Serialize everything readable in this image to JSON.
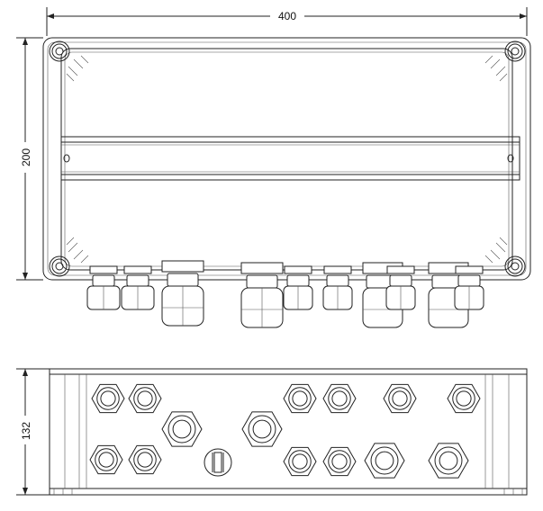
{
  "dimensions": {
    "width_label": "400",
    "height_label": "200",
    "depth_label": "132"
  },
  "colors": {
    "line": "#222222",
    "background": "#ffffff"
  }
}
